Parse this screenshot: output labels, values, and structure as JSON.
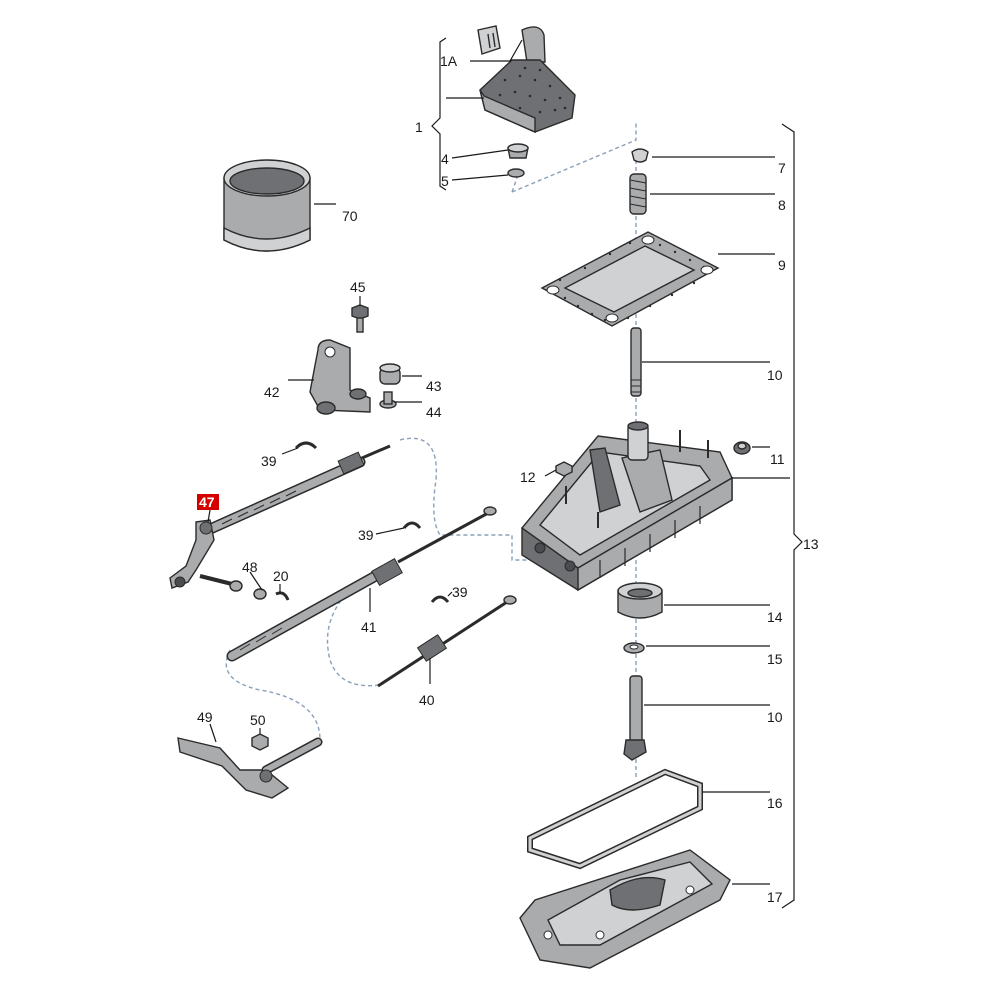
{
  "highlighted_part": "47",
  "colors": {
    "highlight": "#d40000",
    "part_fill": "#a9abad",
    "leader": "#1a1a1a",
    "dash": "#8aa0b8"
  },
  "labels": {
    "p1": "1",
    "p1A": "1A",
    "p4": "4",
    "p5": "5",
    "p7": "7",
    "p8": "8",
    "p9": "9",
    "p10a": "10",
    "p10b": "10",
    "p11": "11",
    "p12": "12",
    "p13": "13",
    "p14": "14",
    "p15": "15",
    "p16": "16",
    "p17": "17",
    "p20": "20",
    "p39a": "39",
    "p39b": "39",
    "p39c": "39",
    "p40": "40",
    "p41": "41",
    "p42": "42",
    "p43": "43",
    "p44": "44",
    "p45": "45",
    "p47": "47",
    "p48": "48",
    "p49": "49",
    "p50": "50",
    "p70": "70"
  }
}
